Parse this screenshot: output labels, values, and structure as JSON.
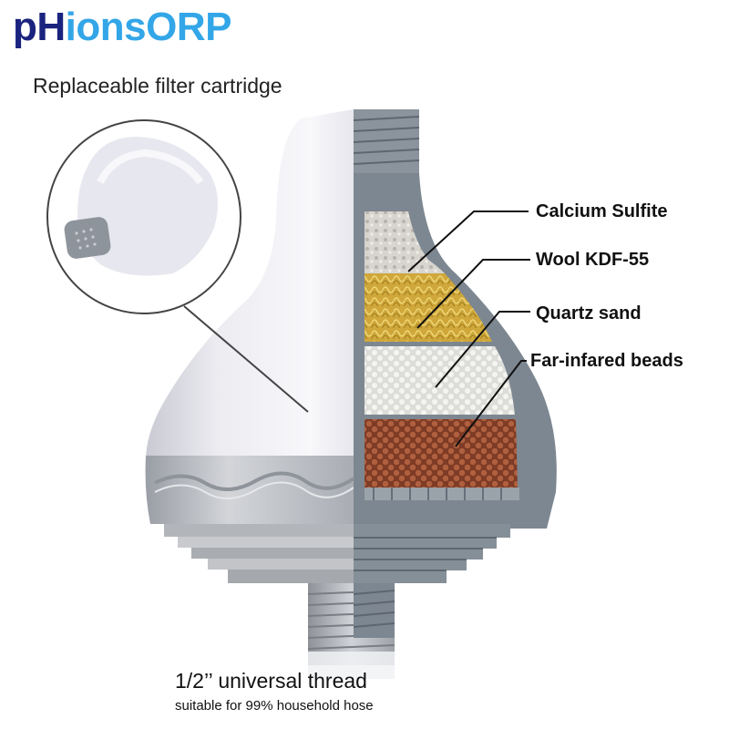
{
  "brand": {
    "part1": "pH",
    "part2": "ionsORP"
  },
  "cartridge_caption": "Replaceable filter cartridge",
  "layers": [
    {
      "label": "Calcium Sulfite"
    },
    {
      "label": "Wool KDF-55"
    },
    {
      "label": "Quartz sand"
    },
    {
      "label": "Far-infared beads"
    }
  ],
  "thread": {
    "title": "1/2’’ universal thread",
    "subtitle": "suitable for 99% household hose"
  },
  "colors": {
    "brand_dark": "#1a237e",
    "brand_light": "#33a6e8",
    "shell": "#ececf2",
    "cutaway_gray": "#7d8791",
    "silver": "#b9bcc1",
    "calcium": "#d9d6d0",
    "wool": "#cfa934",
    "quartz": "#efefec",
    "beads": "#a4553a"
  }
}
